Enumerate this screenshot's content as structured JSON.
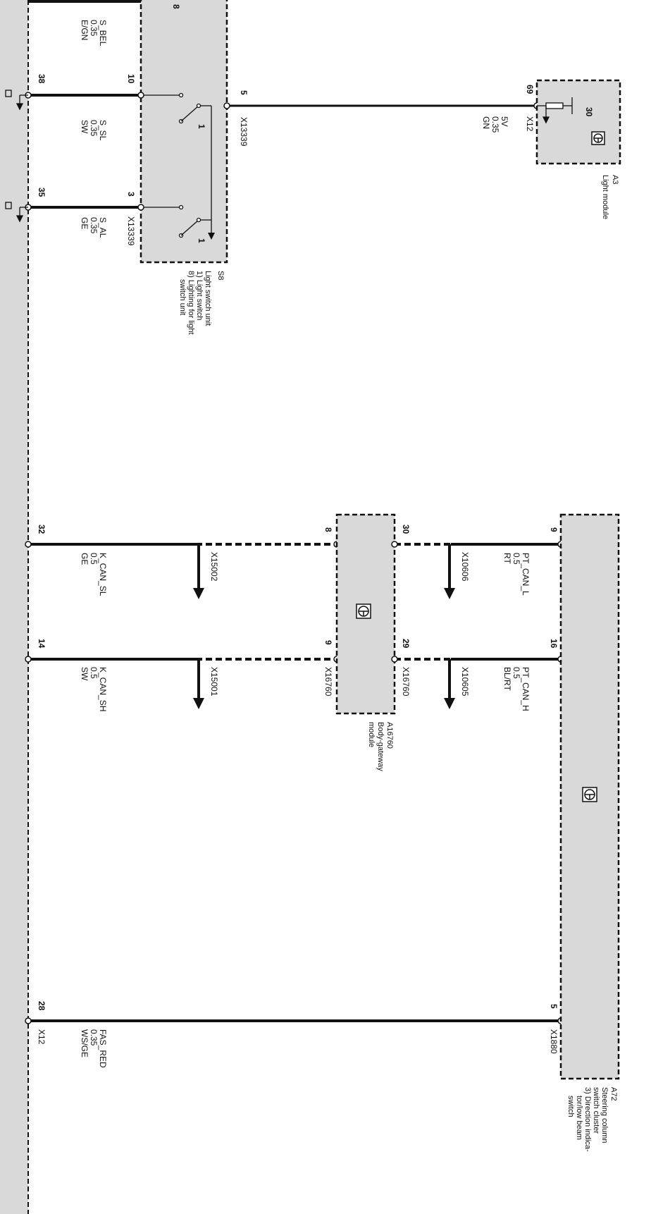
{
  "title": "",
  "colors": {
    "module_fill": "#d9d9d9",
    "wire": "#111111",
    "background": "#ffffff"
  },
  "icons": {
    "control_unit": "control-unit-icon",
    "ground": "ground-arrow-icon",
    "switch": "switch-icon",
    "resistor": "resistor-icon"
  },
  "top_partial": {
    "signal": "S_BEL",
    "cross_section": "0.35",
    "color": "E/GN",
    "pin": "8"
  },
  "wires": [
    {
      "left_pin": "38",
      "signal": "S_SL",
      "cross_section": "0.35",
      "color": "SW",
      "switch_pin": "10"
    },
    {
      "left_pin": "35",
      "signal": "S_AL",
      "cross_section": "0.35",
      "color": "GE",
      "switch_pin": "3",
      "connector": "X13339"
    },
    {
      "left_pin": "32",
      "signal": "K_CAN_SL",
      "cross_section": "0.5",
      "color": "GE",
      "splice": "X15002",
      "gateway_pin": "8"
    },
    {
      "left_pin": "14",
      "signal": "K_CAN_SH",
      "cross_section": "0.5",
      "color": "SW",
      "splice": "X15001",
      "gateway_pin": "9",
      "gateway_connector": "X16760"
    },
    {
      "left_pin": "28",
      "connector": "X12",
      "signal": "FAS_RED",
      "cross_section": "0.35",
      "color": "WS/GE",
      "module_pin": "5",
      "module_connector": "X1880"
    }
  ],
  "pt_can": [
    {
      "gateway_pin": "30",
      "splice": "X10606",
      "signal": "PT_CAN_L",
      "cross_section": "0.5",
      "color": "RT",
      "module_pin": "9"
    },
    {
      "gateway_pin": "29",
      "gateway_connector": "X16760",
      "splice": "X10605",
      "signal": "PT_CAN_H",
      "cross_section": "0.5",
      "color": "BL/RT",
      "module_pin": "16"
    }
  ],
  "light_wire": {
    "switch_pin": "5",
    "switch_connector": "X13339",
    "module_pin": "69",
    "signal": "5V",
    "cross_section": "0.35",
    "color": "GN",
    "module_connector": "X12",
    "terminal": "30"
  },
  "switch_contacts": [
    "1",
    "1"
  ],
  "components": {
    "light_switch": {
      "id": "S8",
      "lines": [
        "Light switch unit",
        "1) Light switch",
        "8) Lighting for light",
        "switch unit"
      ]
    },
    "light_module": {
      "id": "A3",
      "lines": [
        "Light module"
      ]
    },
    "gateway": {
      "id": "A16760",
      "lines": [
        "Body-gateway",
        "module"
      ]
    },
    "steering": {
      "id": "A72",
      "lines": [
        "Steering column",
        "switch cluster",
        "3) Direction indica-",
        "tor/low beam",
        "switch"
      ]
    }
  }
}
